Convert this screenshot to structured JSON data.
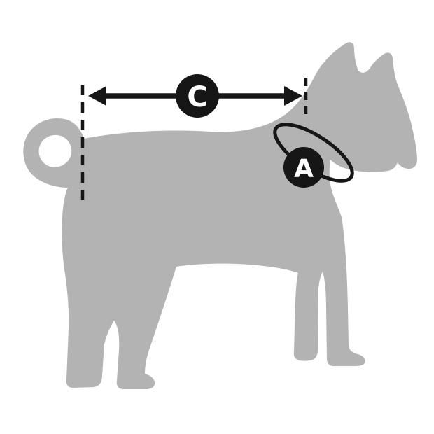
{
  "diagram": {
    "kind": "dog-size-measurement-guide",
    "labels": {
      "back_length": "C",
      "neck_girth": "A"
    },
    "colors": {
      "background": "#ffffff",
      "silhouette": "#b3b3b3",
      "line": "#161616",
      "label_bg": "#161616",
      "label_text": "#ffffff"
    }
  }
}
